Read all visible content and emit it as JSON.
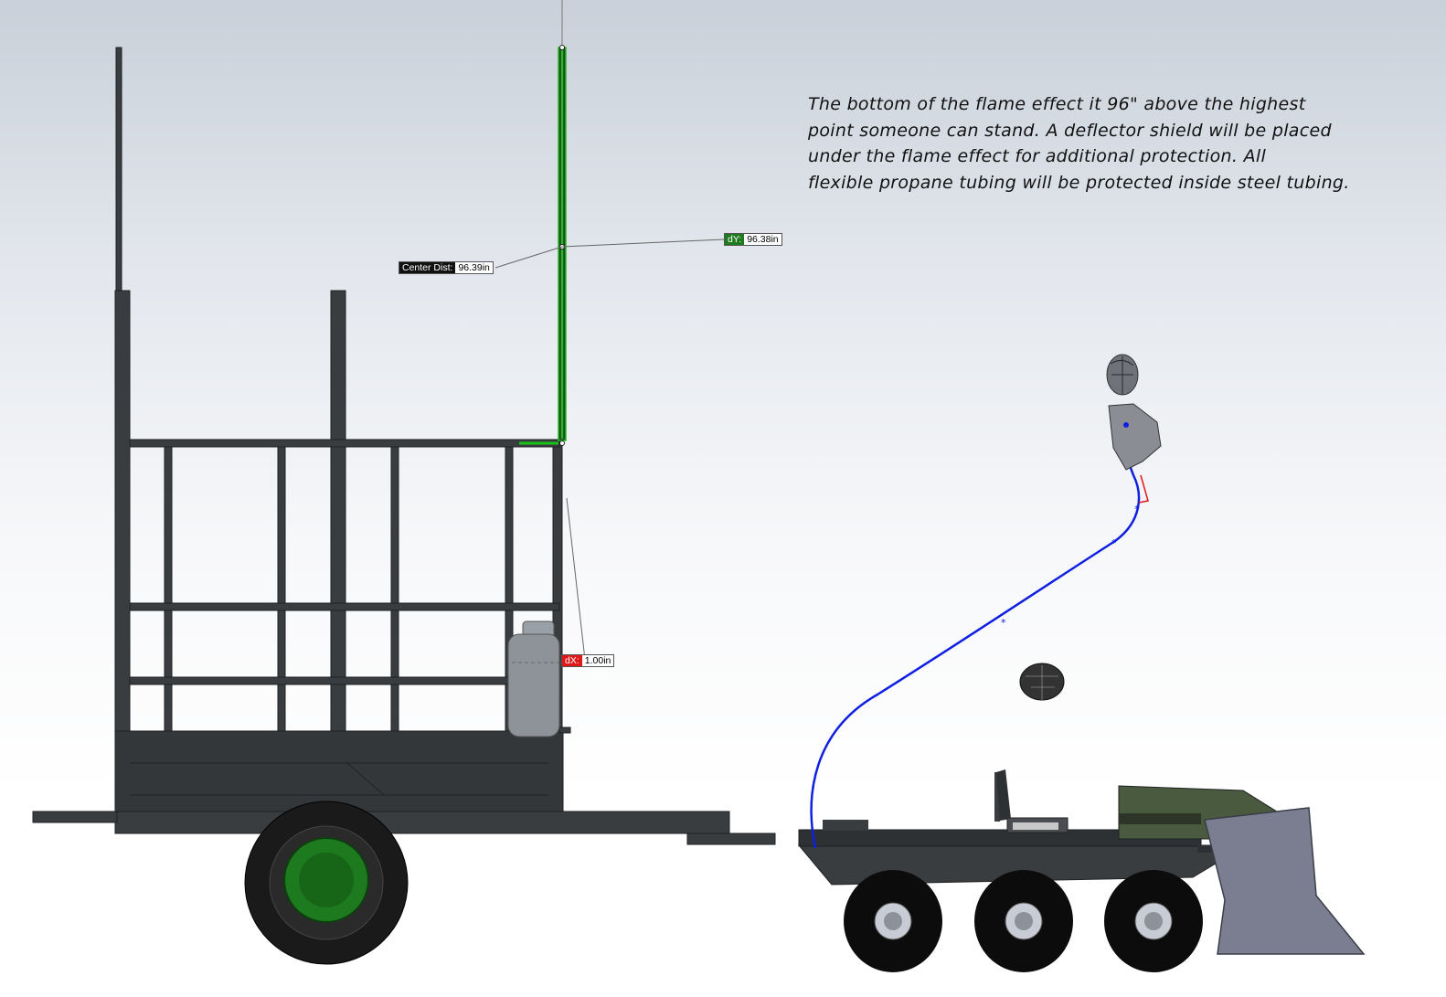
{
  "annotation": {
    "lines": [
      "The bottom of the flame effect it 96\" above the highest",
      "point someone can stand. A deflector shield will be placed",
      "under the flame effect for additional protection.  All",
      "flexible propane tubing will be protected inside steel tubing."
    ]
  },
  "dimensions": {
    "center_dist": {
      "label": "Center Dist:",
      "value": "96.39in"
    },
    "dy": {
      "label": "dY:",
      "value": "96.38in"
    },
    "dx": {
      "label": "dX:",
      "value": "1.00in"
    }
  },
  "colors": {
    "frame": "#3a3d40",
    "frame_dark": "#1f2123",
    "selected": "#19c219",
    "wheel_hub": "#1e7a1e",
    "tank": "#8e939a",
    "curve": "#1020e0",
    "plow": "#7a7e90",
    "hood": "#4a5a3e",
    "dim_dy": "#1d7a1d",
    "dim_dx": "#e01818"
  },
  "icons": [
    "mannequin-head-icon",
    "mannequin-torso-icon",
    "small-head-icon",
    "spline-point-icon"
  ]
}
